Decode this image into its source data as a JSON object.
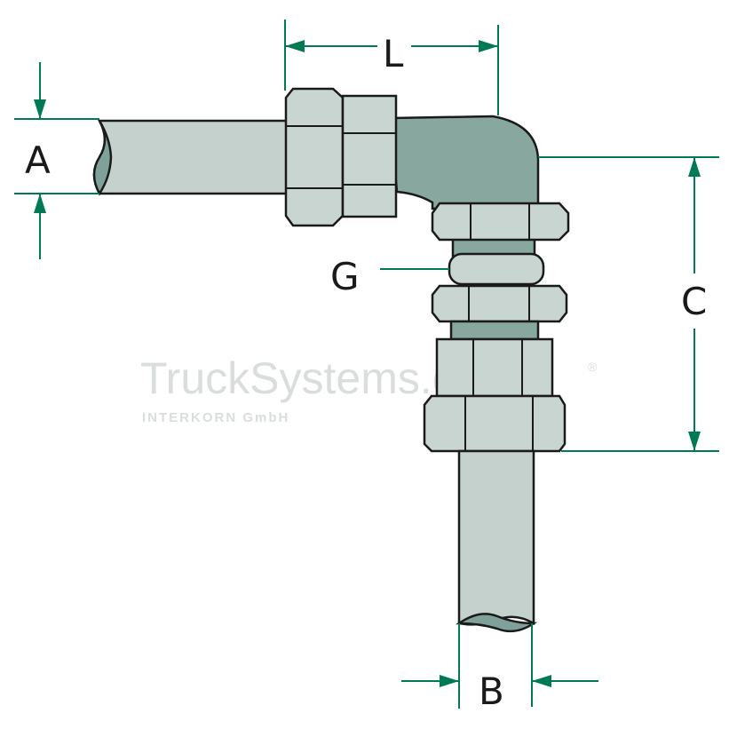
{
  "labels": {
    "A": "A",
    "B": "B",
    "C": "C",
    "G": "G",
    "L": "L"
  },
  "watermark": {
    "brand": "TruckSystems.de",
    "registered": "®",
    "company": "INTERKORN GmbH"
  },
  "colors": {
    "dimension_lines": "#007a55",
    "fitting_body": "#87a79f",
    "tube": "#c4d1cd",
    "nuts": "#c9d5d1",
    "watermark": "#d9dedd"
  }
}
